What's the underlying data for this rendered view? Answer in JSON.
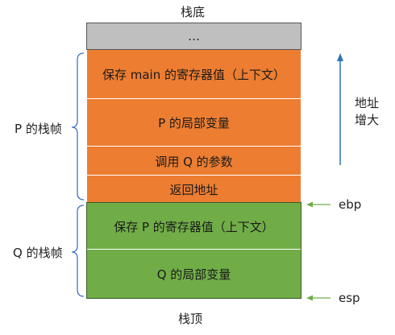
{
  "stack_bottom_label": "栈底",
  "stack_top_label": "栈顶",
  "blocks": [
    {
      "label": "…"
    },
    {
      "label": "保存 main 的寄存器值（上下文）"
    },
    {
      "label": "P 的局部变量"
    },
    {
      "label": "调用 Q 的参数"
    },
    {
      "label": "返回地址"
    },
    {
      "label": "保存 P 的寄存器值（上下文）"
    },
    {
      "label": "Q 的局部变量"
    }
  ],
  "frames": [
    {
      "label": "P 的栈帧"
    },
    {
      "label": "Q 的栈帧"
    }
  ],
  "pointers": [
    {
      "label": "ebp"
    },
    {
      "label": "esp"
    }
  ],
  "address_direction_label_line1": "地址",
  "address_direction_label_line2": "增大",
  "colors": {
    "caller_frame": "#ed7d31",
    "callee_frame": "#70ad47",
    "unused": "#bfbfbf",
    "arrows": "#2e75b6",
    "pointer_arrows": "#70ad47",
    "braces": "#4472c4"
  }
}
